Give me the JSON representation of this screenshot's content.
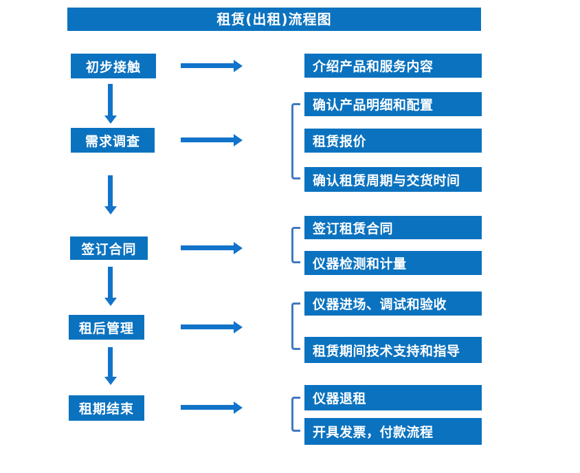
{
  "title": "租赁(出租)流程图",
  "colors": {
    "box_blue": "#0B72BF",
    "arrow_blue": "#1173C9",
    "bracket_blue": "#4179BE",
    "text_white": "#FFFFFF",
    "background": "#FFFFFF"
  },
  "steps": [
    {
      "label": "初步接触",
      "details": [
        "介绍产品和服务内容"
      ]
    },
    {
      "label": "需求调查",
      "details": [
        "确认产品明细和配置",
        "租赁报价",
        "确认租赁周期与交货时间"
      ]
    },
    {
      "label": "签订合同",
      "details": [
        "签订租赁合同",
        "仪器检测和计量"
      ]
    },
    {
      "label": "租后管理",
      "details": [
        "仪器进场、调试和验收",
        "租赁期间技术支持和指导"
      ]
    },
    {
      "label": "租期结束",
      "details": [
        "仪器退租",
        "开具发票，付款流程"
      ]
    }
  ]
}
